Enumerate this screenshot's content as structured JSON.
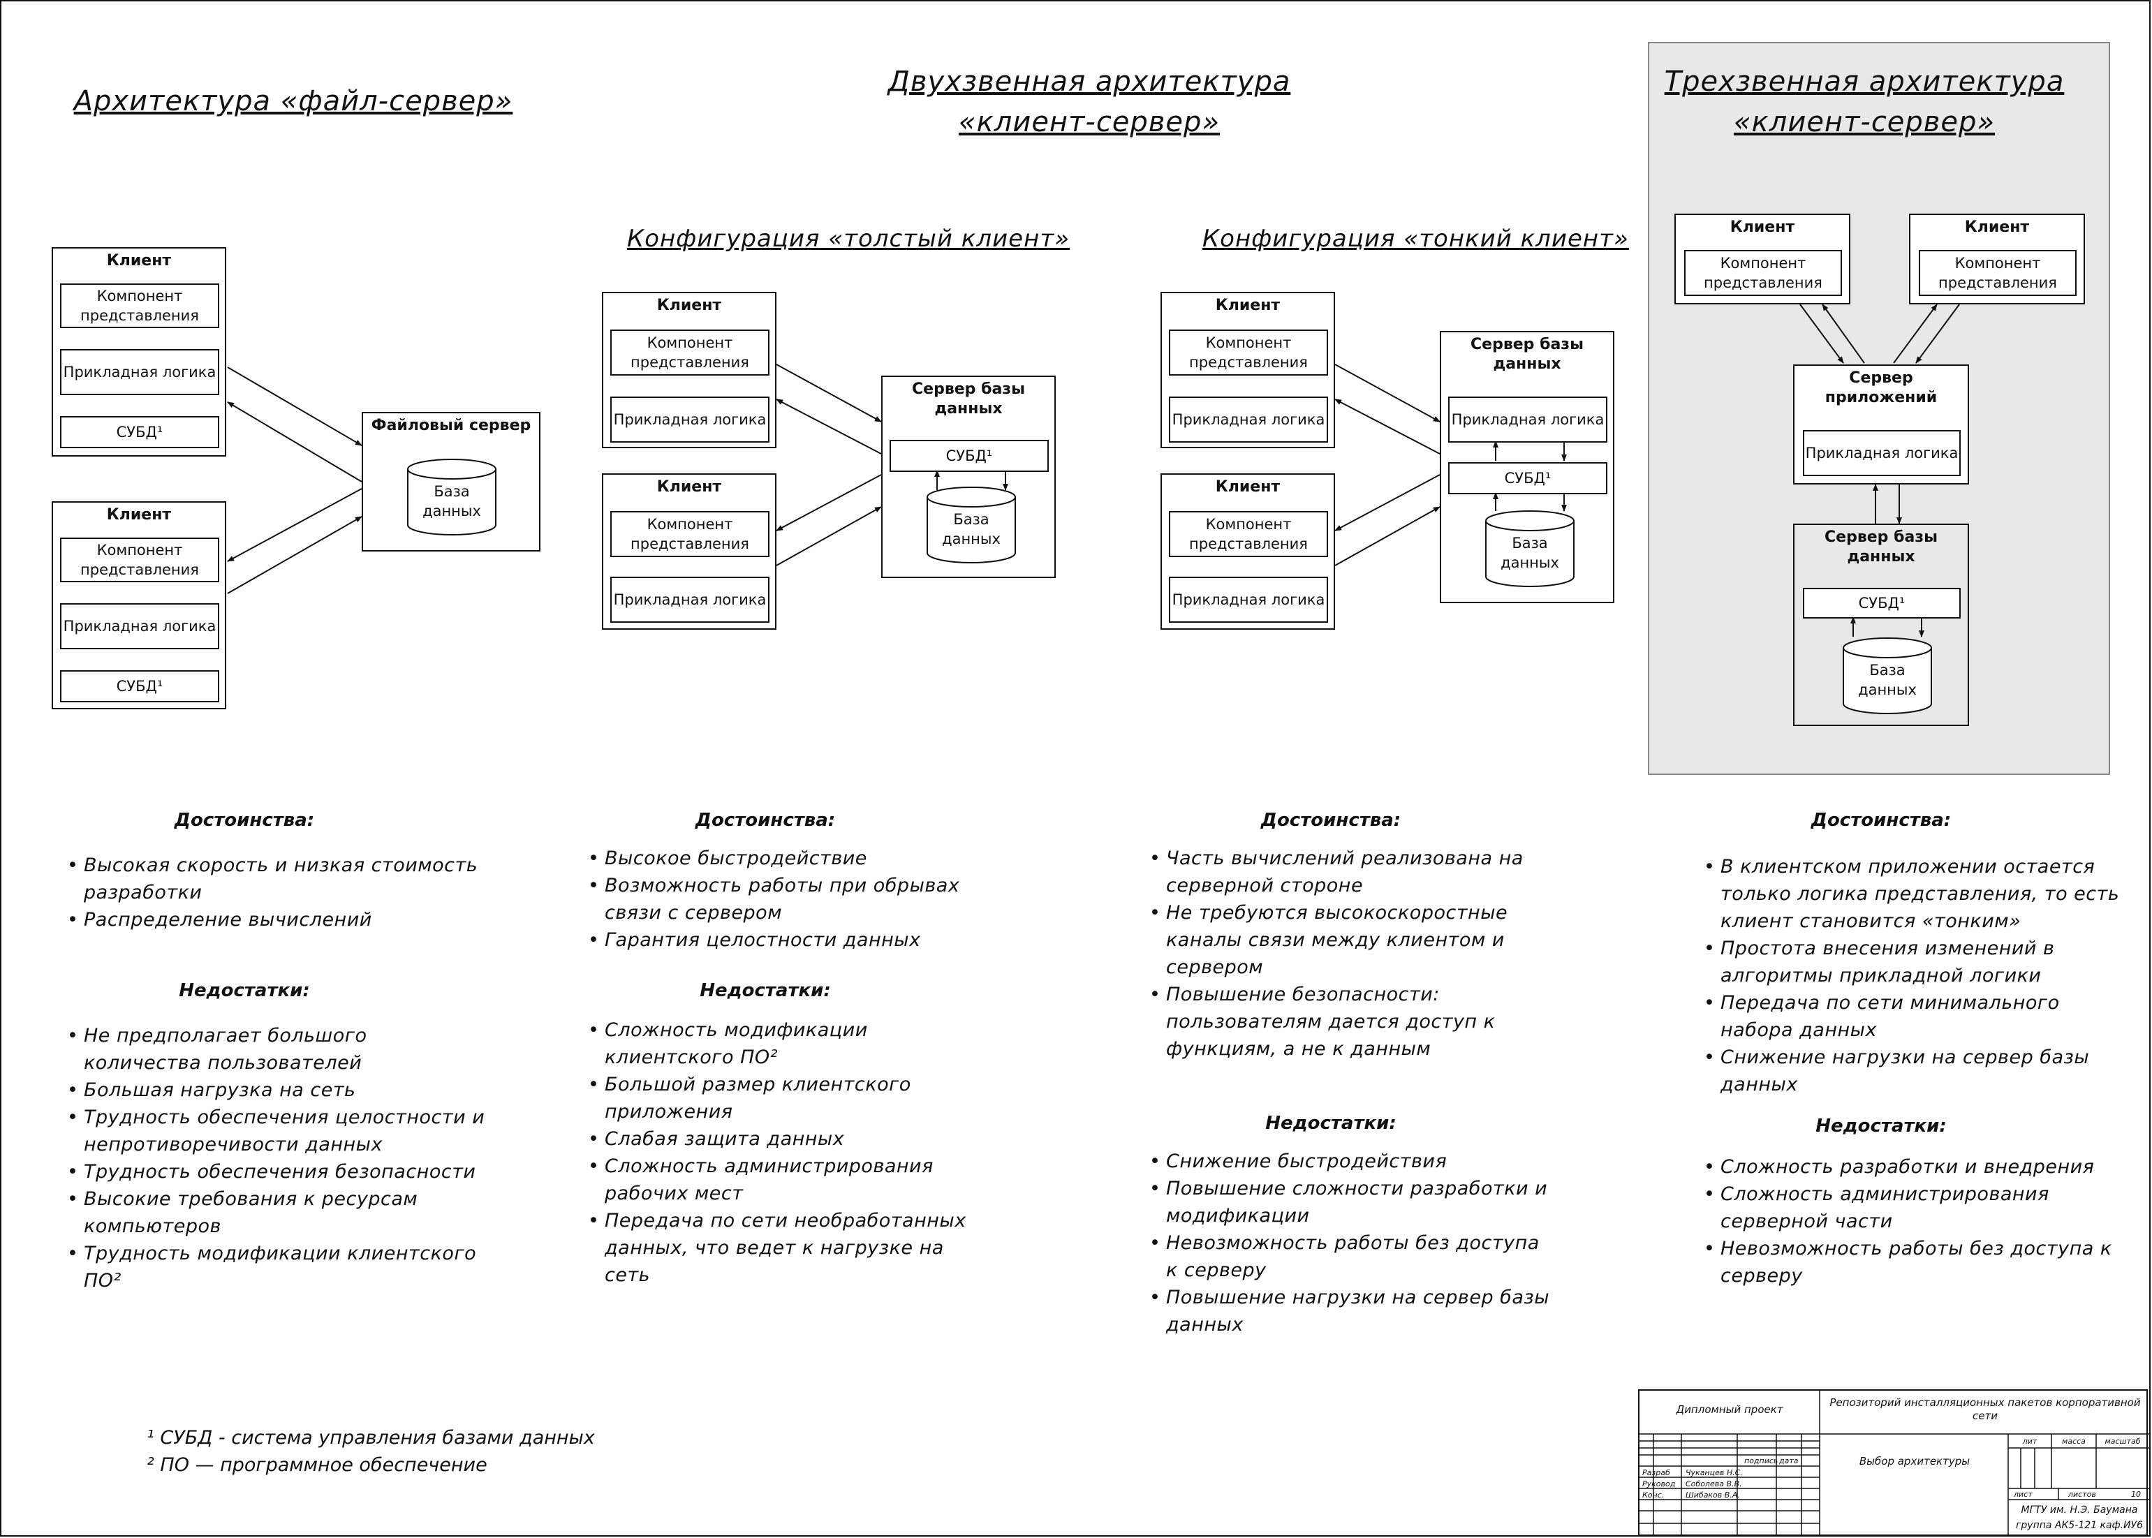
{
  "headings": {
    "file_server": "Архитектура «файл-сервер»",
    "two_tier": "Двухзвенная архитектура «клиент-сервер»",
    "three_tier": "Трехзвенная архитектура «клиент-сервер»",
    "thick_client": "Конфигурация «толстый клиент»",
    "thin_client": "Конфигурация «тонкий клиент»"
  },
  "labels": {
    "client": "Клиент",
    "presentation": "Компонент представления",
    "app_logic": "Прикладная логика",
    "dbms": "СУБД¹",
    "file_server": "Файловый сервер",
    "database": "База данных",
    "db_server": "Сервер базы данных",
    "app_server": "Сервер приложений"
  },
  "sections": {
    "pros_title": "Достоинства:",
    "cons_title": "Недостатки:"
  },
  "columns": [
    {
      "pros": [
        "Высокая скорость и низкая стоимость разработки",
        "Распределение вычислений"
      ],
      "cons": [
        "Не предполагает большого количества пользователей",
        "Большая нагрузка на сеть",
        "Трудность обеспечения целостности и непротиворечивости данных",
        "Трудность обеспечения безопасности",
        "Высокие требования к ресурсам компьютеров",
        "Трудность модификации клиентского ПО²"
      ]
    },
    {
      "pros": [
        "Высокое быстродействие",
        "Возможность работы при обрывах связи с сервером",
        "Гарантия целостности данных"
      ],
      "cons": [
        "Сложность модификации клиентского ПО²",
        "Большой размер клиентского приложения",
        "Слабая защита данных",
        "Сложность администрирования рабочих мест",
        "Передача по сети необработанных данных, что ведет к нагрузке на сеть"
      ]
    },
    {
      "pros": [
        "Часть вычислений реализована на серверной стороне",
        "Не требуются высокоскоростные каналы связи между клиентом и сервером",
        "Повышение безопасности: пользователям дается доступ к функциям, а не к данным"
      ],
      "cons": [
        "Снижение быстродействия",
        "Повышение сложности разработки и модификации",
        "Невозможность работы без доступа к серверу",
        "Повышение нагрузки на сервер базы данных"
      ]
    },
    {
      "pros": [
        "В клиентском приложении остается только логика представления, то есть клиент становится «тонким»",
        "Простота внесения изменений в алгоритмы прикладной логики",
        "Передача по сети минимального набора данных",
        "Снижение нагрузки на сервер базы данных"
      ],
      "cons": [
        "Сложность разработки и внедрения",
        "Сложность администрирования серверной части",
        "Невозможность работы без доступа к серверу"
      ]
    }
  ],
  "footnotes": [
    "¹ СУБД - система управления базами данных",
    "² ПО — программное обеспечение"
  ],
  "stamp": {
    "project": "Дипломный проект",
    "topic": "Репозиторий инсталляционных пакетов корпоративной сети",
    "sheet_title": "Выбор архитектуры",
    "org": "МГТУ им. Н.Э. Баумана группа АК5-121 каф.ИУ6",
    "cols": [
      "лит",
      "масса",
      "масштаб"
    ],
    "sheet": "лист",
    "sheets": "листов",
    "sheets_num": "10",
    "sign": "подпись",
    "date": "дата",
    "roles": [
      "Разраб",
      "Руковод",
      "Конс."
    ],
    "names": [
      "Чуканцев Н.С.",
      "Соболева В.В.",
      "Шибаков В.А."
    ]
  }
}
